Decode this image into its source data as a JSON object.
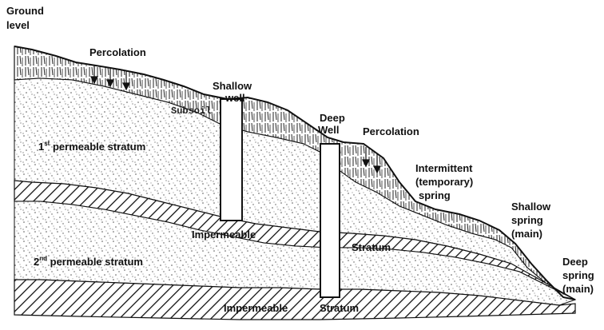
{
  "labels": {
    "ground_level_1": "Ground",
    "ground_level_2": "level",
    "percolation_left": "Percolation",
    "shallow_well_1": "Shallow",
    "shallow_well_2": "well",
    "subsoil": "Subsoil",
    "deep_well_1": "Deep",
    "deep_well_2": "Well",
    "percolation_right": "Percolation",
    "first_stratum_prefix": "1",
    "first_stratum_sup": "st",
    "first_stratum_rest": " permeable stratum",
    "intermittent_1": "Intermittent",
    "intermittent_2": "(temporary)",
    "intermittent_3": "spring",
    "shallow_spring_1": "Shallow",
    "shallow_spring_2": "spring",
    "shallow_spring_3": "(main)",
    "impermeable_upper": "Impermeable",
    "stratum_upper": "Stratum",
    "second_stratum_prefix": "2",
    "second_stratum_sup": "nd",
    "second_stratum_rest": " permeable stratum",
    "deep_spring_1": "Deep",
    "deep_spring_2": "spring",
    "deep_spring_3": "(main)",
    "impermeable_lower": "Impermeable",
    "stratum_lower": "Stratum"
  },
  "colors": {
    "ink": "#111111",
    "speckle": "#555555",
    "background": "#ffffff"
  }
}
